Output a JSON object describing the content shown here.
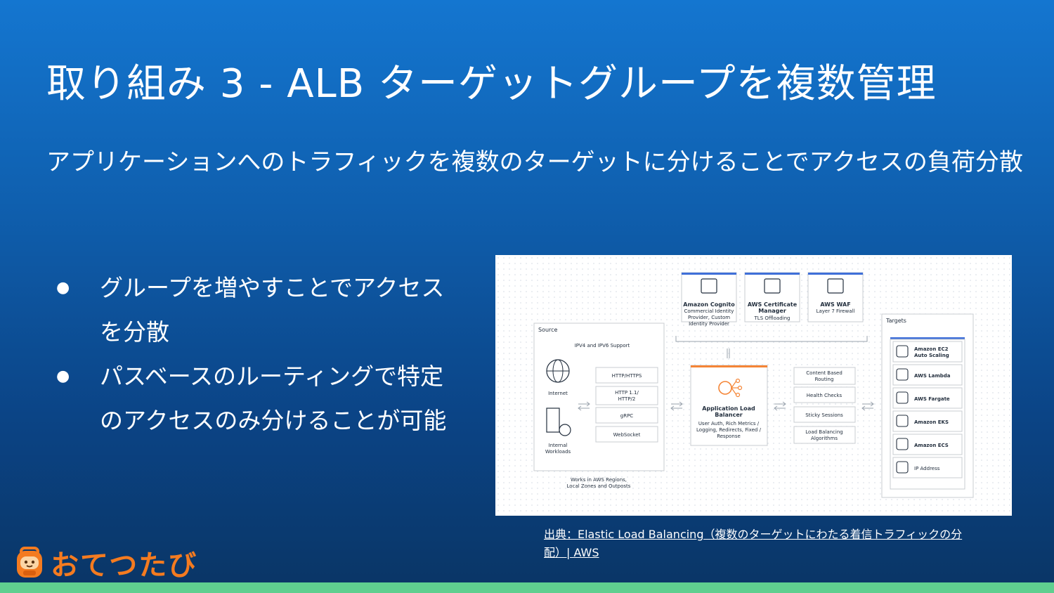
{
  "slide": {
    "title": "取り組み 3 - ALB ターゲットグループを複数管理",
    "subtitle": "アプリケーションへのトラフィックを複数のターゲットに分けることでアクセスの負荷分散",
    "bullets": [
      {
        "marker": "●",
        "lines": [
          "グループを増やすことでアクセス",
          "を分散"
        ]
      },
      {
        "marker": "●",
        "lines": [
          "パスベースのルーティングで特定",
          "のアクセスのみ分けることが可能"
        ]
      }
    ],
    "caption": {
      "line1": "出典：Elastic Load Balancing（複数のターゲットにわたる着信トラフィックの分",
      "line2": "配）| AWS"
    },
    "logo_text": "おてつたび"
  },
  "diagram": {
    "top_services": [
      {
        "name": "Amazon Cognito",
        "desc": [
          "Commercial Identity",
          "Provider, Custom",
          "Identity Provider"
        ]
      },
      {
        "name": "AWS Certificate",
        "name2": "Manager",
        "desc": [
          "TLS Offloading"
        ]
      },
      {
        "name": "AWS WAF",
        "desc": [
          "Layer 7 Firewall"
        ]
      }
    ],
    "source": {
      "title": "Source",
      "support": "IPV4 and IPV6 Support",
      "internet": "Internet",
      "internal": [
        "Internal",
        "Workloads"
      ],
      "protocols": [
        [
          "HTTP/HTTPS"
        ],
        [
          "HTTP 1.1/",
          "HTTP/2"
        ],
        [
          "gRPC"
        ],
        [
          "WebSocket"
        ]
      ],
      "footer": [
        "Works in AWS Regions,",
        "Local Zones and Outposts"
      ]
    },
    "alb": {
      "title": [
        "Application Load",
        "Balancer"
      ],
      "desc": [
        "User Auth, Rich Metrics /",
        "Logging, Redirects, Fixed /",
        "Response"
      ]
    },
    "features": [
      [
        "Content Based",
        "Routing"
      ],
      [
        "Health Checks"
      ],
      [
        "Sticky Sessions"
      ],
      [
        "Load Balancing",
        "Algorithms"
      ]
    ],
    "targets": {
      "title": "Targets",
      "items": [
        {
          "label": [
            "Amazon EC2",
            "Auto Scaling"
          ],
          "icon": "ec2-icon"
        },
        {
          "label": [
            "AWS Lambda"
          ],
          "icon": "lambda-icon"
        },
        {
          "label": [
            "AWS Fargate"
          ],
          "icon": "fargate-icon"
        },
        {
          "label": [
            "Amazon EKS"
          ],
          "icon": "eks-icon"
        },
        {
          "label": [
            "Amazon ECS"
          ],
          "icon": "ecs-icon"
        },
        {
          "label": [
            "IP Address"
          ],
          "icon": "ip-address-icon"
        }
      ]
    },
    "colors": {
      "accent_blue": "#3f6fd8",
      "alb_orange": "#f58536",
      "text_dark": "#232f3e",
      "border": "#c8ccd2"
    }
  }
}
